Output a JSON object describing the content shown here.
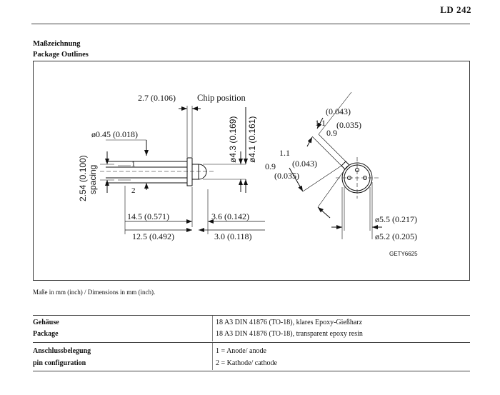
{
  "header": {
    "part_number": "LD 242"
  },
  "section": {
    "title_de": "Maßzeichnung",
    "title_en": "Package Outlines"
  },
  "drawing": {
    "chip_position": "Chip position",
    "dim_2_7": "2.7 (0.106)",
    "dim_dia_045": "ø0.45 (0.018)",
    "dim_dia_43": "ø4.3 (0.169)",
    "dim_dia_41": "ø4.1 (0.161)",
    "dim_254": "2.54 (0.100)",
    "spacing": "spacing",
    "pin1": "1",
    "pin2": "2",
    "dim_145": "14.5 (0.571)",
    "dim_125": "12.5 (0.492)",
    "dim_36": "3.6 (0.142)",
    "dim_30": "3.0 (0.118)",
    "tab_11": "1.1",
    "tab_0043": "(0.043)",
    "tab_09": "0.9",
    "tab_0035": "(0.035)",
    "tab2_11": "1.1",
    "tab2_0043": "(0.043)",
    "tab2_09": "0.9",
    "tab2_0035": "(0.035)",
    "dim_dia_55": "ø5.5 (0.217)",
    "dim_dia_52": "ø5.2 (0.205)",
    "drawing_id": "GETY6625"
  },
  "dimension_note": "Maße in mm (inch) / Dimensions in mm (inch).",
  "specs": [
    {
      "label_de": "Gehäuse",
      "label_en": "Package",
      "value_de": "18 A3 DIN 41876 (TO-18), klares Epoxy-Gießharz",
      "value_en": "18 A3 DIN 41876 (TO-18), transparent epoxy resin"
    },
    {
      "label_de": "Anschlussbelegung",
      "label_en": "pin configuration",
      "value_de": "1 = Anode/ anode",
      "value_en": "2 = Kathode/ cathode"
    }
  ]
}
